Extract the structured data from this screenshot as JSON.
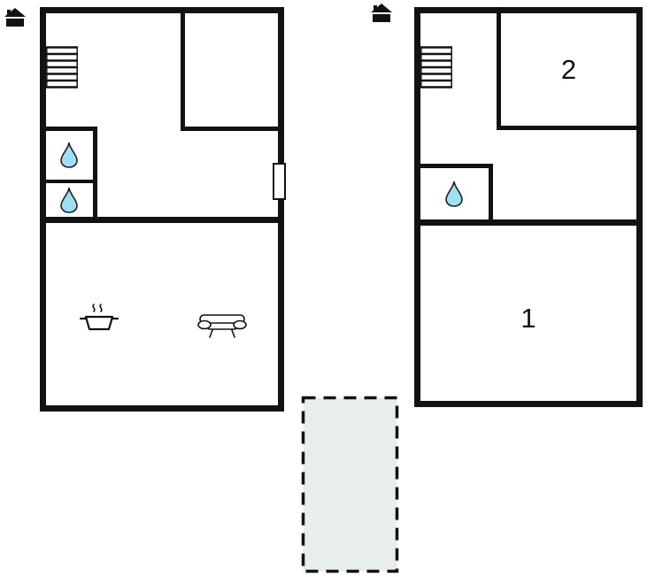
{
  "labels": {
    "room1": "1",
    "room2": "2"
  },
  "colors": {
    "wall": "#121212",
    "water_fill": "#9ddff3",
    "terrace_fill": "#e8eee9"
  },
  "icons": {
    "left_house": "main-building-icon",
    "right_house": "main-building-icon",
    "stairs": "stairs-icon",
    "water": "water-drop-icon",
    "stove": "stove-pot-icon",
    "sofa": "sofa-icon",
    "door": "door-opening-marker",
    "terrace": "terrace-area"
  }
}
